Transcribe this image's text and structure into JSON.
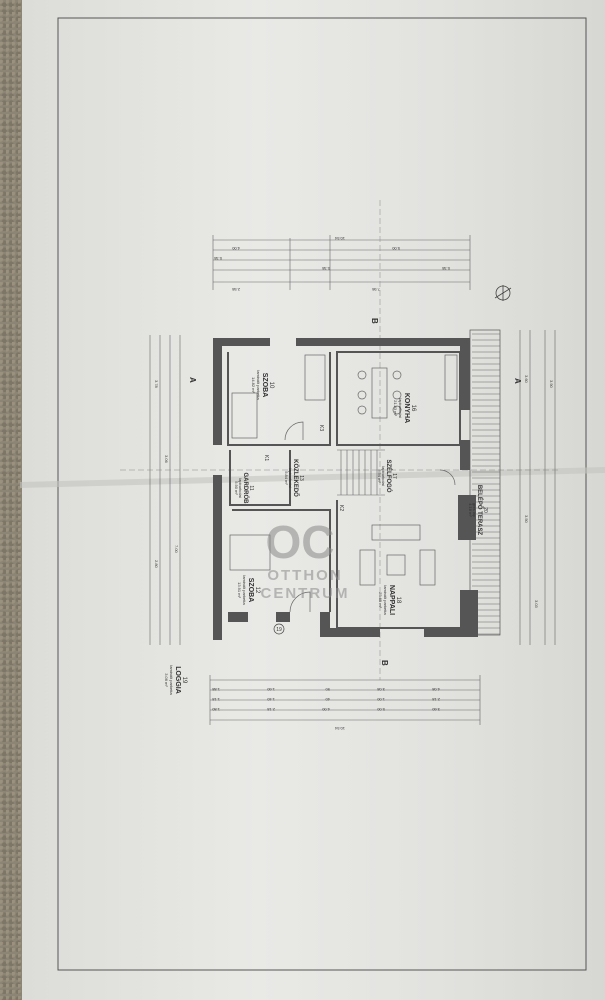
{
  "rooms": [
    {
      "num": "10",
      "name": "SZOBA",
      "floor": "laminált parketta",
      "area": "14.82 m²"
    },
    {
      "num": "11",
      "name": "GARDRÓB",
      "floor": "lapburkolat",
      "area": "5.90 m²"
    },
    {
      "num": "13",
      "name": "KÖZLEKEDŐ",
      "floor": "lapburkolat",
      "area": "5.84 m²"
    },
    {
      "num": "12",
      "name": "SZOBA",
      "floor": "laminált parketta",
      "area": "13.91 m²"
    },
    {
      "num": "16",
      "name": "KONYHA",
      "floor": "lapburkolat",
      "area": "21.83 m²"
    },
    {
      "num": "17",
      "name": "SZÉLFOGÓ",
      "floor": "lapburkolat",
      "area": "5.54 m²"
    },
    {
      "num": "18",
      "name": "NAPPALI",
      "floor": "laminált parketta",
      "area": "25.65 m²"
    },
    {
      "num": "20",
      "name": "BELÉPŐ TERASZ",
      "floor": "gres lap",
      "area": "4.18 m²"
    },
    {
      "num": "19",
      "name": "LOGGIA",
      "floor": "laminált parketta",
      "area": "3.06 m²"
    }
  ],
  "section_marks": [
    "A",
    "A",
    "B",
    "B"
  ],
  "door_marks": [
    "K1",
    "K2",
    "K3"
  ],
  "dimensions": {
    "total": "10.54",
    "top": [
      "0.38",
      "4.00",
      "0.38",
      "5.00",
      "0.38",
      "7.98",
      "2.58"
    ],
    "bottom": [
      "1.88",
      "1.60",
      "90",
      "3.08",
      "4.08",
      "1.18",
      "1.40",
      "40",
      "1.00",
      "2.18",
      "1.80",
      "2.18",
      "4.00",
      "5.00",
      "3.60"
    ],
    "side": [
      "3.78",
      "2.80",
      "3.06",
      "7.00",
      "3.60",
      "3.50",
      "3.03",
      "3.90"
    ]
  },
  "circle_mark": "19",
  "watermark": {
    "logo": "OC",
    "line1": "OTTHON",
    "line2": "CENTRUM"
  }
}
